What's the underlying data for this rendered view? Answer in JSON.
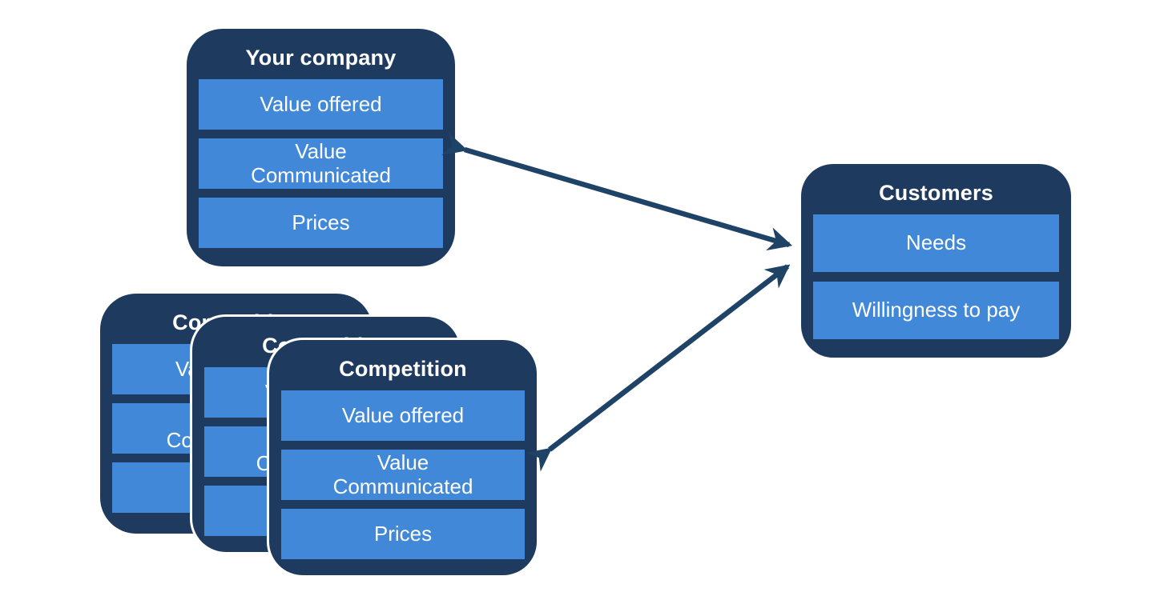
{
  "colors": {
    "box_bg": "#1f3a5f",
    "bar_bg": "#4189d8",
    "arrow": "#1f4366",
    "text": "#ffffff"
  },
  "company": {
    "title": "Your company",
    "rows": [
      "Value offered",
      "Value\nCommunicated",
      "Prices"
    ]
  },
  "customers": {
    "title": "Customers",
    "rows": [
      "Needs",
      "Willingness to pay"
    ]
  },
  "competition": {
    "title": "Competition",
    "rows": [
      "Value offered",
      "Value\nCommunicated",
      "Prices"
    ],
    "stack_count": 3
  },
  "arrows": [
    {
      "name": "company-customers",
      "bidirectional": true
    },
    {
      "name": "competition-customers",
      "bidirectional": true
    }
  ]
}
